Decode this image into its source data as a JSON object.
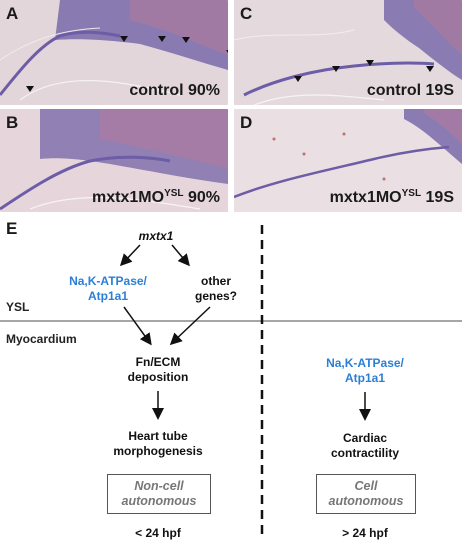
{
  "panels": [
    {
      "letter": "A",
      "caption": "control 90%",
      "caption_main": "control 90%",
      "sup": ""
    },
    {
      "letter": "B",
      "caption": "mxtx1MO YSL 90%",
      "caption_main": "mxtx1MO",
      "sup": "YSL",
      "caption_tail": " 90%"
    },
    {
      "letter": "C",
      "caption": "control 19S",
      "caption_main": "control 19S",
      "sup": ""
    },
    {
      "letter": "D",
      "caption": "mxtx1MO YSL 19S",
      "caption_main": "mxtx1MO",
      "sup": "YSL",
      "caption_tail": " 19S"
    }
  ],
  "diagram": {
    "letter": "E",
    "gene": "mxtx1",
    "atpase_line1": "Na,K-ATPase/",
    "atpase_line2": "Atp1a1",
    "other_line1": "other",
    "other_line2": "genes?",
    "ysl_label": "YSL",
    "myocardium_label": "Myocardium",
    "fn_line1": "Fn/ECM",
    "fn_line2": "deposition",
    "heart_line1": "Heart tube",
    "heart_line2": "morphogenesis",
    "noncell_line1": "Non-cell",
    "noncell_line2": "autonomous",
    "lt24": "< 24 hpf",
    "atpase2_line1": "Na,K-ATPase/",
    "atpase2_line2": "Atp1a1",
    "cardiac_line1": "Cardiac",
    "cardiac_line2": "contractility",
    "cell_line1": "Cell",
    "cell_line2": "autonomous",
    "gt24": "> 24 hpf"
  },
  "colors": {
    "accent_blue": "#2b7fd4",
    "tissue_purple": "#6a5aa8",
    "tissue_pink": "#e8c8cc"
  }
}
